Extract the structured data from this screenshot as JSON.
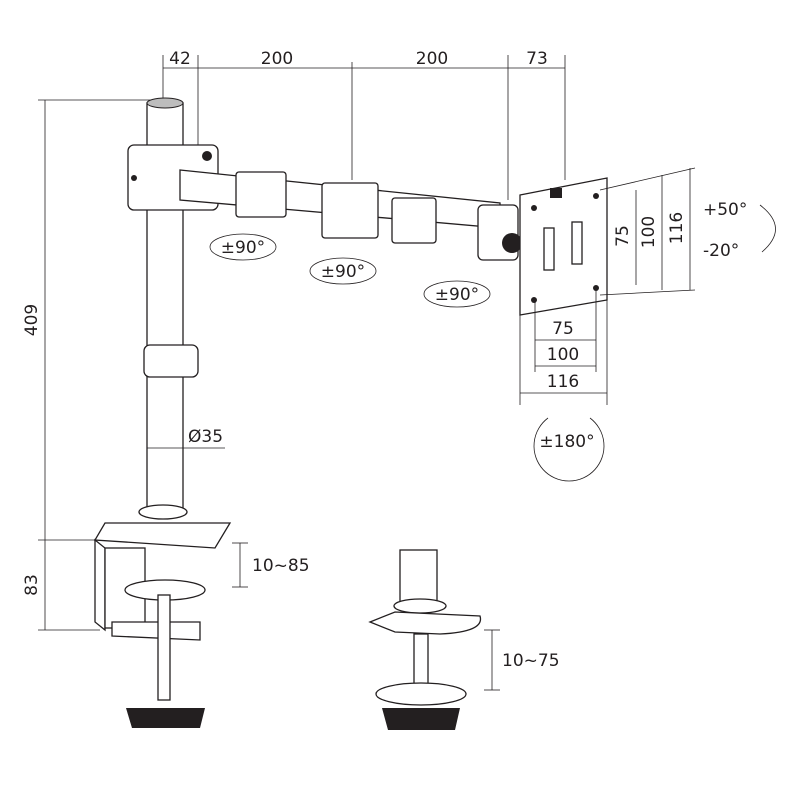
{
  "top_dimensions": [
    "42",
    "200",
    "200",
    "73"
  ],
  "height_dimensions": {
    "total": "409",
    "clamp": "83"
  },
  "pole_diameter": "Ø35",
  "arm_rotations": [
    "±90°",
    "±90°",
    "±90°"
  ],
  "tilt": {
    "up": "+50°",
    "down": "-20°"
  },
  "vesa_vertical": [
    "75",
    "100",
    "116"
  ],
  "vesa_horizontal": [
    "75",
    "100",
    "116"
  ],
  "swivel": "±180°",
  "clamp_range": "10~85",
  "grommet_range": "10~75"
}
